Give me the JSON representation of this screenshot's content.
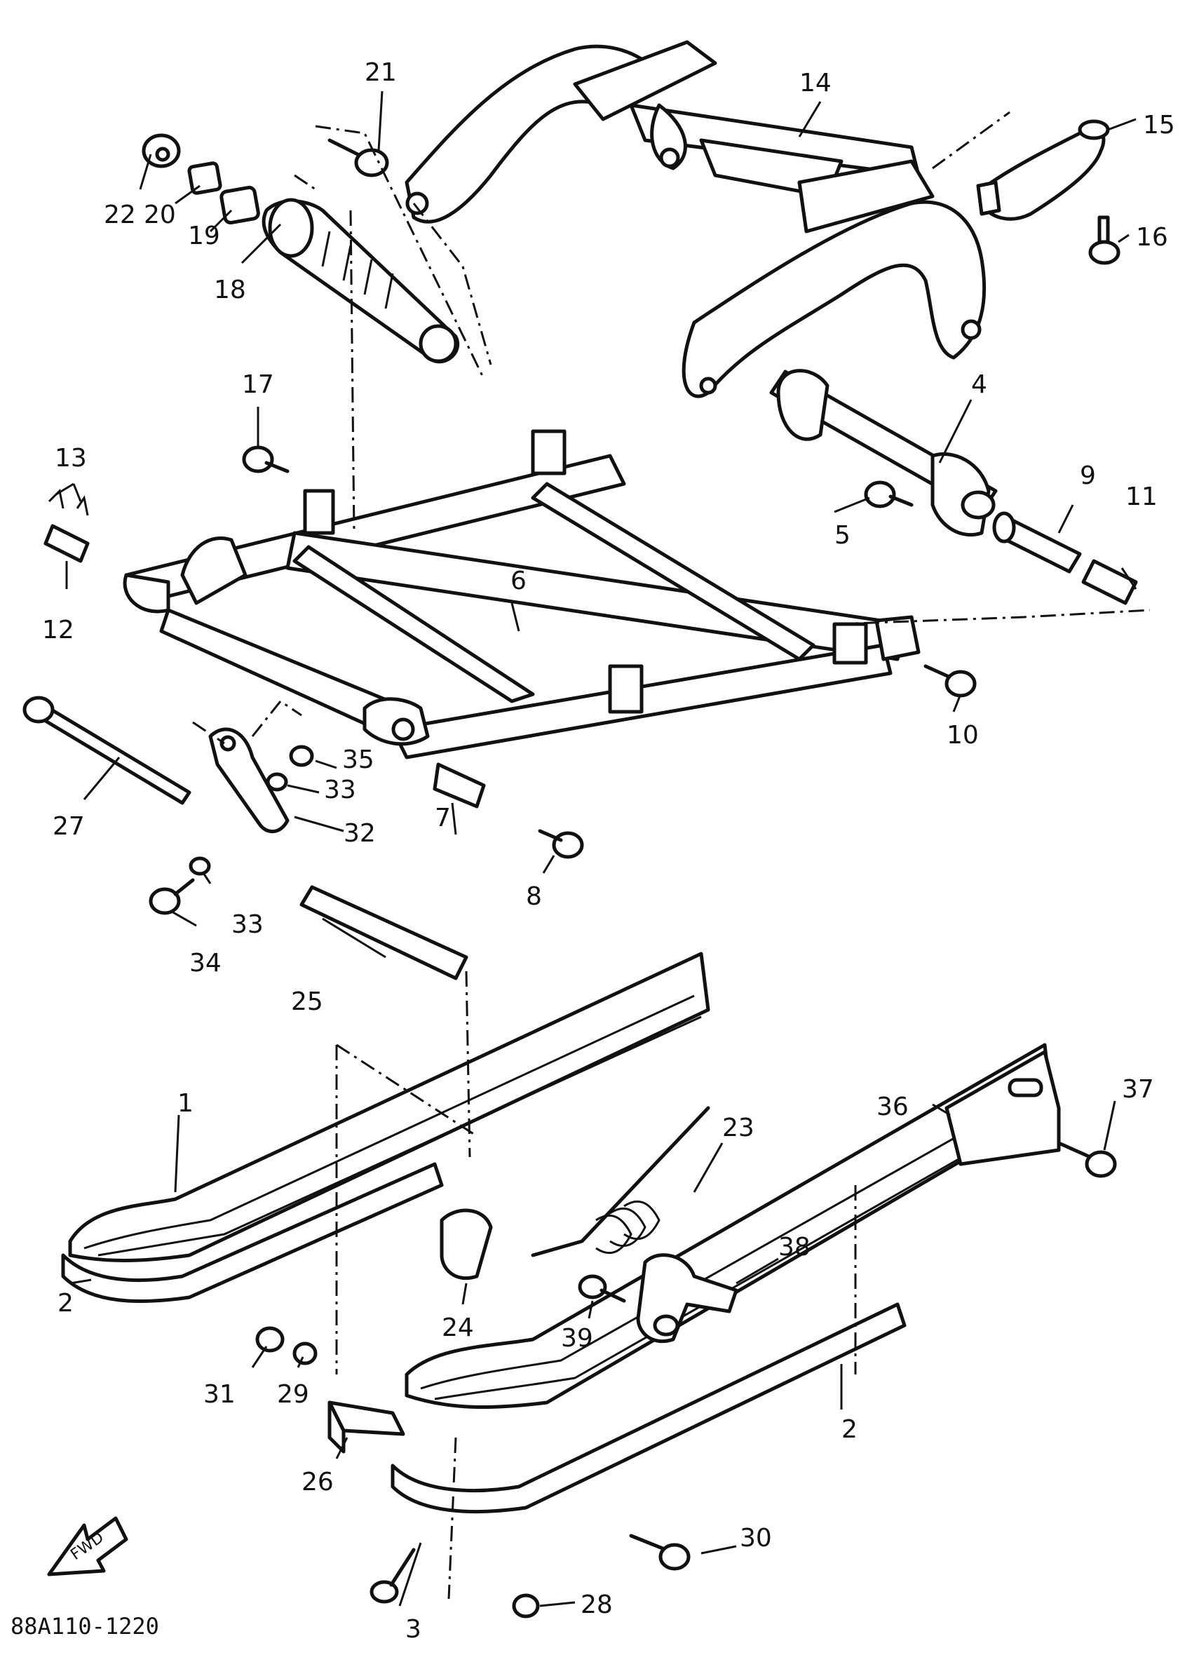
{
  "callouts": [
    "1",
    "2",
    "2",
    "3",
    "4",
    "5",
    "6",
    "7",
    "8",
    "9",
    "10",
    "11",
    "12",
    "13",
    "14",
    "15",
    "16",
    "17",
    "18",
    "19",
    "20",
    "21",
    "22",
    "23",
    "24",
    "25",
    "26",
    "27",
    "28",
    "29",
    "30",
    "31",
    "32",
    "33",
    "33",
    "34",
    "35",
    "36",
    "37",
    "38",
    "39"
  ],
  "diagram_code": "88A110-1220",
  "fwd_label": "FWD"
}
